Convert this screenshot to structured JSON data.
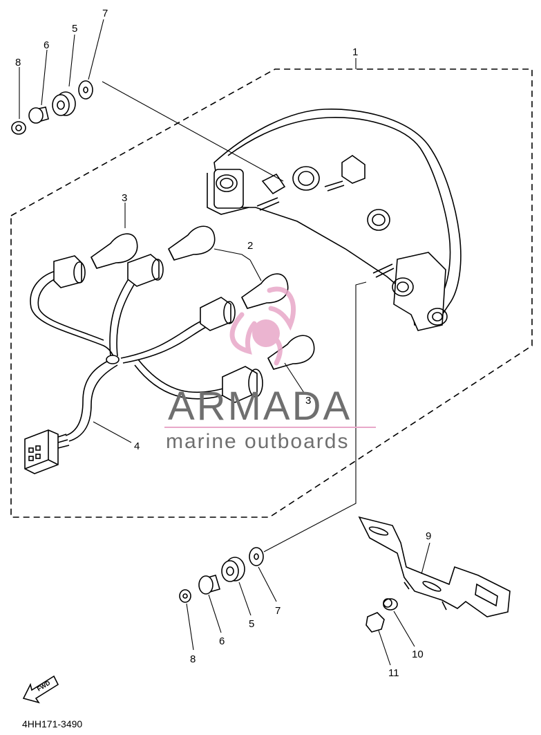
{
  "callouts": {
    "c1": "1",
    "c2": "2",
    "c3a": "3",
    "c3b": "3",
    "c4": "4",
    "c5a": "5",
    "c6a": "6",
    "c7a": "7",
    "c8a": "8",
    "c5b": "5",
    "c6b": "6",
    "c7b": "7",
    "c8b": "8",
    "c9": "9",
    "c10": "10",
    "c11": "11"
  },
  "watermark": {
    "brand": "ARMADA",
    "tagline": "marine outboards",
    "logo_color": "#e8a8c8",
    "text_color": "#6f6f6f"
  },
  "fwd_arrow": {
    "label": "FWD",
    "icon": "forward-arrow-icon"
  },
  "reference_code": "4HH171-3490"
}
